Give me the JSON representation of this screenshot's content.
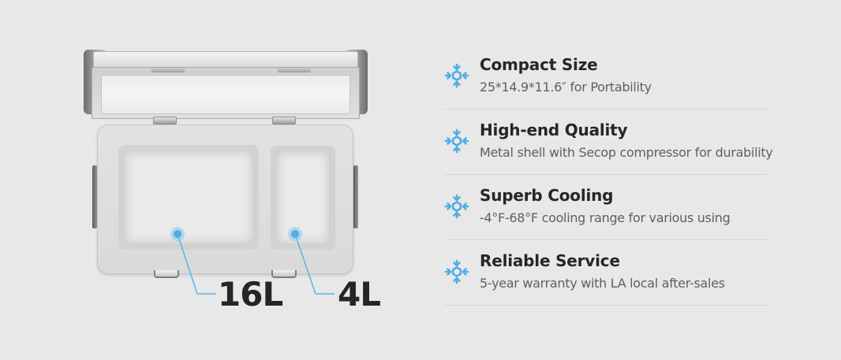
{
  "colors": {
    "background": "#e8e8e8",
    "accent": "#4daee6",
    "title_text": "#262626",
    "desc_text": "#5f5f5f",
    "divider": "#d6d6d6"
  },
  "product": {
    "compartments": [
      {
        "label": "16L"
      },
      {
        "label": "4L"
      }
    ]
  },
  "features": [
    {
      "icon": "snowflake-icon",
      "title": "Compact Size",
      "description": "25*14.9*11.6″  for Portability"
    },
    {
      "icon": "snowflake-icon",
      "title": "High-end Quality",
      "description": "Metal shell with Secop compressor for durability"
    },
    {
      "icon": "snowflake-icon",
      "title": "Superb Cooling",
      "description": "-4°F-68°F cooling range for various using"
    },
    {
      "icon": "snowflake-icon",
      "title": "Reliable Service",
      "description": "5-year warranty with LA local after-sales"
    }
  ]
}
